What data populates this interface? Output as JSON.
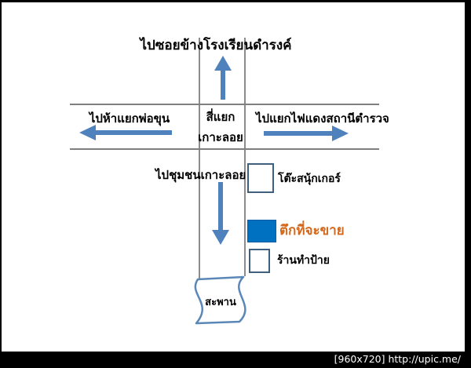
{
  "colors": {
    "canvas": "#ffffff",
    "frame": "#000000",
    "arrow": "#4f81bd",
    "road": "#7f7f7f",
    "road_vertical": "#666666",
    "box_border": "#3f5f7e",
    "building_fill": "#0070c0",
    "building_edge": "#0a5ca6",
    "sale_text": "#d2691e",
    "banner_stroke": "#5b87b8",
    "footer_text_color": "#ffffff"
  },
  "map": {
    "top_direction": "ไปซอยข้างโรงเรียนดำรงค์",
    "west_direction": "ไปห้าแยกพ่อขุน",
    "east_direction": "ไปแยกไฟแดงสถานีตำรวจ",
    "south_direction": "ไปชุมชนเกาะลอย",
    "intersection": {
      "line1": "สี่แยก",
      "line2": "เกาะลอย"
    },
    "landmarks": {
      "snooker_table": "โต๊ะสนุ้กเกอร์",
      "building_for_sale": "ตึกที่จะขาย",
      "sign_shop": "ร้านทำป้าย",
      "bridge": "สะพาน"
    }
  },
  "footer": {
    "caption": "[960x720] http://upic.me/"
  }
}
